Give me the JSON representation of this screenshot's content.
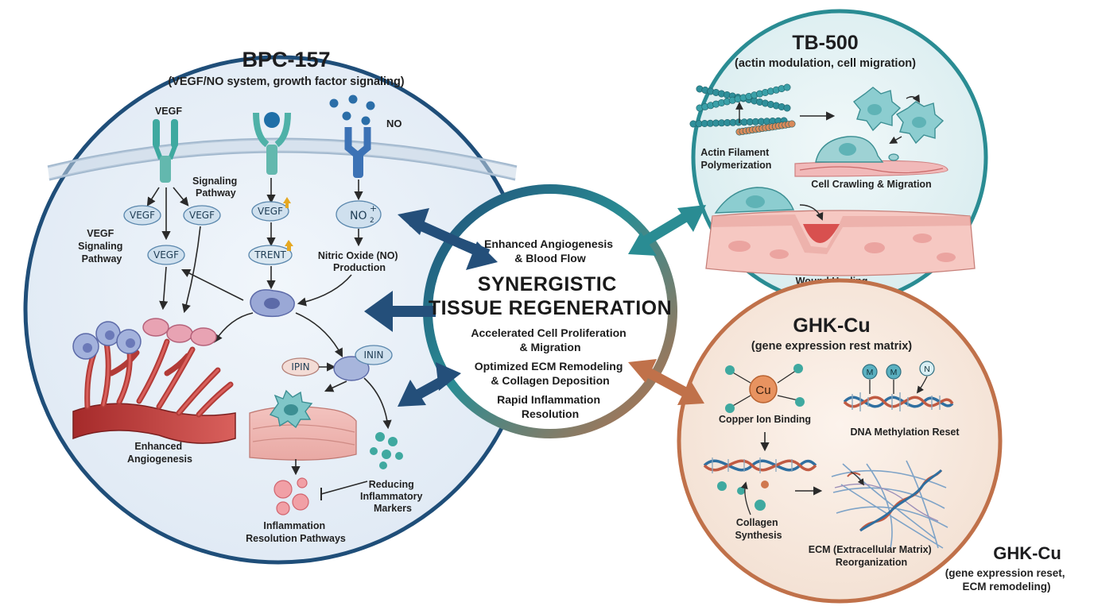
{
  "bpc": {
    "title": "BPC-157",
    "subtitle": "(VEGF/NO system, growth factor signaling)",
    "vegf_label": "VEGF",
    "no_label": "NO",
    "signaling_pathway": [
      "Signaling",
      "Pathway"
    ],
    "vegf_signaling_pathway": [
      "VEGF",
      "Signaling",
      "Pathway"
    ],
    "pill_vegf": "VEGF",
    "pill_trent": "TRENT",
    "pill_no2": "NO",
    "pill_no2_sub": "2",
    "pill_no2_sup": "+",
    "pill_ipin": "IPIN",
    "pill_inin": "ININ",
    "nitric_oxide": [
      "Nitric Oxide (NO)",
      "Production"
    ],
    "enhanced_angiogenesis": [
      "Enhanced",
      "Angiogenesis"
    ],
    "reducing_markers": [
      "Reducing",
      "Inflammatory",
      "Markers"
    ],
    "inflammation_resolution": [
      "Inflammation",
      "Resolution Pathways"
    ]
  },
  "center": {
    "line1": [
      "Enhanced Angiogenesis",
      "& Blood Flow"
    ],
    "title": [
      "SYNERGISTIC",
      "TISSUE REGENERATION"
    ],
    "line2": [
      "Accelerated Cell Proliferation",
      "& Migration"
    ],
    "line3": [
      "Optimized ECM Remodeling",
      "& Collagen Deposition"
    ],
    "line4": [
      "Rapid Inflammation",
      "Resolution"
    ]
  },
  "tb500": {
    "title": "TB-500",
    "subtitle": "(actin modulation, cell migration)",
    "actin": [
      "Actin Filament",
      "Polymerization"
    ],
    "crawling": "Cell Crawling & Migration",
    "wound": "Wound Healing"
  },
  "ghk": {
    "title": "GHK-Cu",
    "subtitle": "(gene expression rest matrix)",
    "cu": "Cu",
    "copper": "Copper Ion Binding",
    "dna": "DNA Methylation Reset",
    "m1": "M",
    "m2": "M",
    "n1": "N",
    "collagen": [
      "Collagen",
      "Synthesis"
    ],
    "ecm": [
      "ECM (Extracellular Matrix)",
      "Reorganization"
    ]
  },
  "ghk_note": {
    "title": "GHK-Cu",
    "lines": [
      "(gene expression reset,",
      "ECM remodeling)"
    ]
  },
  "colors": {
    "bpc_border": "#1f4e79",
    "tb_border": "#2a8c93",
    "ghk_border": "#c0714a",
    "bpc_fill": "#e6eef7",
    "tb_fill": "#e3f1f3",
    "ghk_fill": "#f8e9de"
  }
}
